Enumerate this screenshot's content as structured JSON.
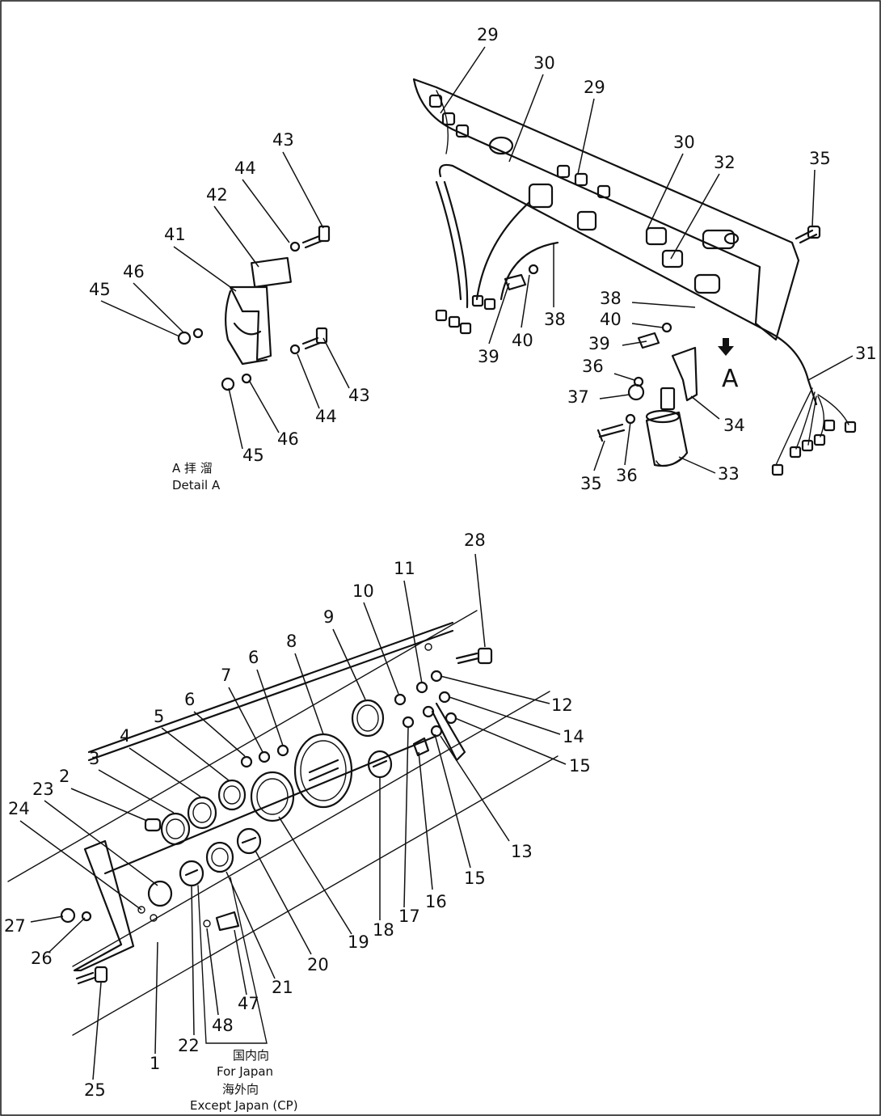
{
  "frame_color": "#111111",
  "detail_a": {
    "arrow_label": "A",
    "caption_jp": "A 拝 溜",
    "caption_en": "Detail A"
  },
  "variants": {
    "for_japan_jp": "国内向",
    "for_japan_en": "For Japan",
    "except_japan_jp": "海外向",
    "except_japan_en": "Except Japan (CP)"
  },
  "callouts": [
    {
      "id": "c29a",
      "label": "29"
    },
    {
      "id": "c30a",
      "label": "30"
    },
    {
      "id": "c29b",
      "label": "29"
    },
    {
      "id": "c30b",
      "label": "30"
    },
    {
      "id": "c32",
      "label": "32"
    },
    {
      "id": "c35a",
      "label": "35"
    },
    {
      "id": "c38a",
      "label": "38"
    },
    {
      "id": "c40a",
      "label": "40"
    },
    {
      "id": "c39a",
      "label": "39"
    },
    {
      "id": "c38b",
      "label": "38"
    },
    {
      "id": "c40b",
      "label": "40"
    },
    {
      "id": "c39b",
      "label": "39"
    },
    {
      "id": "c36a",
      "label": "36"
    },
    {
      "id": "c37",
      "label": "37"
    },
    {
      "id": "c34",
      "label": "34"
    },
    {
      "id": "c31",
      "label": "31"
    },
    {
      "id": "c35b",
      "label": "35"
    },
    {
      "id": "c36b",
      "label": "36"
    },
    {
      "id": "c33",
      "label": "33"
    },
    {
      "id": "c43a",
      "label": "43"
    },
    {
      "id": "c44a",
      "label": "44"
    },
    {
      "id": "c42",
      "label": "42"
    },
    {
      "id": "c41",
      "label": "41"
    },
    {
      "id": "c46a",
      "label": "46"
    },
    {
      "id": "c45a",
      "label": "45"
    },
    {
      "id": "c43b",
      "label": "43"
    },
    {
      "id": "c44b",
      "label": "44"
    },
    {
      "id": "c46b",
      "label": "46"
    },
    {
      "id": "c45b",
      "label": "45"
    },
    {
      "id": "c28",
      "label": "28"
    },
    {
      "id": "c11",
      "label": "11"
    },
    {
      "id": "c10",
      "label": "10"
    },
    {
      "id": "c9",
      "label": "9"
    },
    {
      "id": "c8",
      "label": "8"
    },
    {
      "id": "c6a",
      "label": "6"
    },
    {
      "id": "c7",
      "label": "7"
    },
    {
      "id": "c6b",
      "label": "6"
    },
    {
      "id": "c5",
      "label": "5"
    },
    {
      "id": "c4",
      "label": "4"
    },
    {
      "id": "c3",
      "label": "3"
    },
    {
      "id": "c2",
      "label": "2"
    },
    {
      "id": "c23",
      "label": "23"
    },
    {
      "id": "c24",
      "label": "24"
    },
    {
      "id": "c12",
      "label": "12"
    },
    {
      "id": "c14",
      "label": "14"
    },
    {
      "id": "c15a",
      "label": "15"
    },
    {
      "id": "c13",
      "label": "13"
    },
    {
      "id": "c15b",
      "label": "15"
    },
    {
      "id": "c16",
      "label": "16"
    },
    {
      "id": "c17",
      "label": "17"
    },
    {
      "id": "c18",
      "label": "18"
    },
    {
      "id": "c19",
      "label": "19"
    },
    {
      "id": "c20",
      "label": "20"
    },
    {
      "id": "c21",
      "label": "21"
    },
    {
      "id": "c47",
      "label": "47"
    },
    {
      "id": "c48",
      "label": "48"
    },
    {
      "id": "c22",
      "label": "22"
    },
    {
      "id": "c1",
      "label": "1"
    },
    {
      "id": "c25",
      "label": "25"
    },
    {
      "id": "c26",
      "label": "26"
    },
    {
      "id": "c27",
      "label": "27"
    }
  ]
}
